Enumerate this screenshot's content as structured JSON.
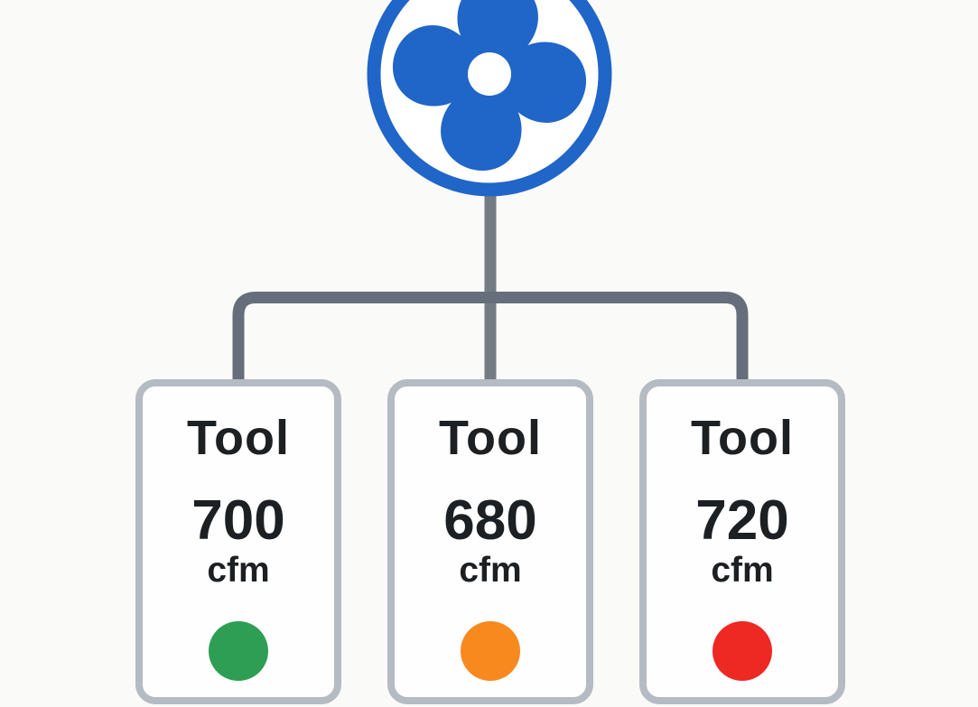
{
  "diagram": {
    "fan": {
      "icon": "fan-icon"
    },
    "nodes": [
      {
        "label": "Tool",
        "value": "700",
        "unit": "cfm",
        "status_color": "#2f9e55"
      },
      {
        "label": "Tool",
        "value": "680",
        "unit": "cfm",
        "status_color": "#f8891f"
      },
      {
        "label": "Tool",
        "value": "720",
        "unit": "cfm",
        "status_color": "#ee2823"
      }
    ]
  },
  "colors": {
    "background": "#fafaf8",
    "text": "#1d2023",
    "fan_blue": "#2065c8",
    "fan_housing_fill": "#ffffff",
    "connector_trunk": "#747b83",
    "connector_branch": "#656e7a",
    "card_border": "#b5bbc3",
    "card_fill": "#fefefe"
  }
}
